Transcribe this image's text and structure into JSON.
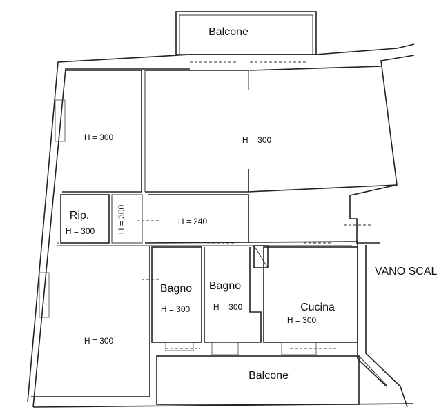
{
  "rooms": {
    "balcony_top": "Balcone",
    "balcony_bottom": "Balcone",
    "room_top_left_height": "H = 300",
    "room_top_center_height": "H = 300",
    "storage_label": "Rip.",
    "storage_height": "H = 300",
    "corridor_small_height": "H = 300",
    "corridor_height": "H = 240",
    "room_bottom_left_height": "H = 300",
    "bath_1_label": "Bagno",
    "bath_1_height": "H = 300",
    "bath_2_label": "Bagno",
    "bath_2_height": "H = 300",
    "kitchen_label": "Cucina",
    "kitchen_height": "H = 300",
    "stairwell_label": "VANO SCAL"
  }
}
